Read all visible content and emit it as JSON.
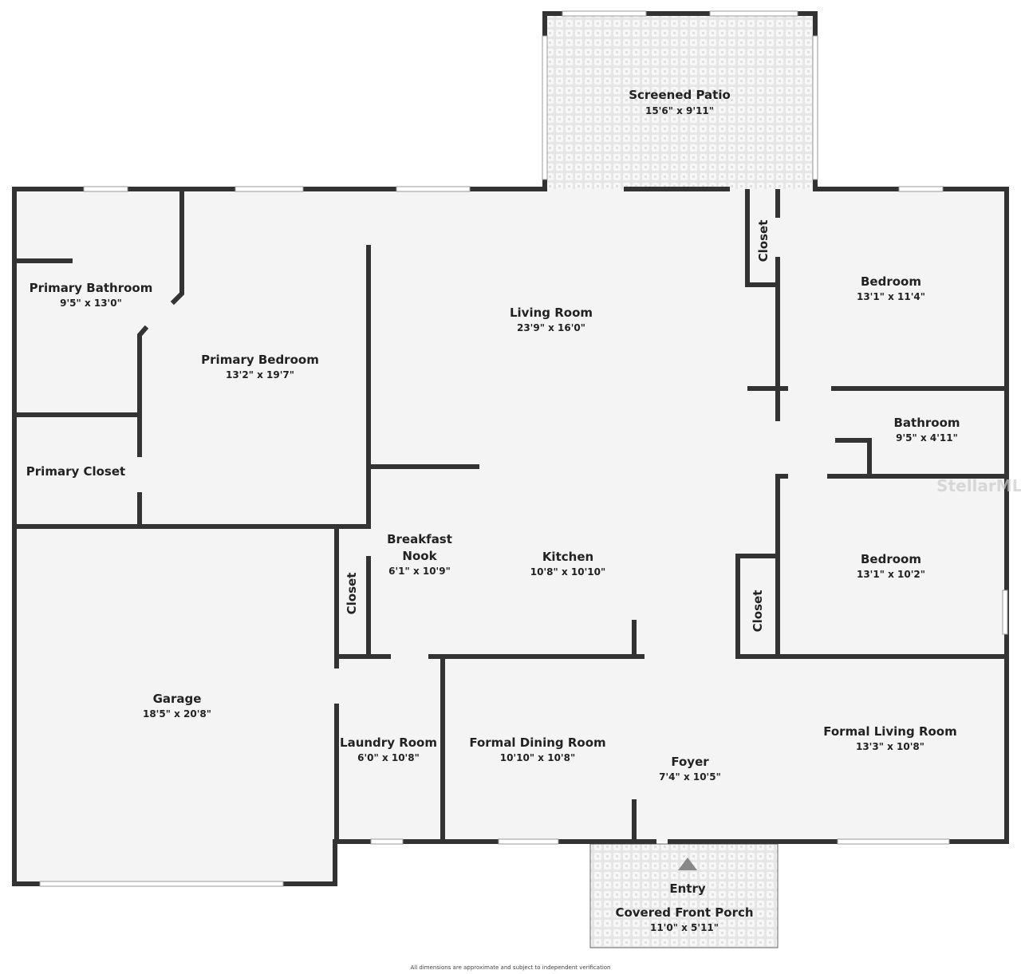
{
  "rooms": {
    "screened_patio": {
      "name": "Screened Patio",
      "dim": "15'6\" x 9'11\""
    },
    "primary_bathroom": {
      "name": "Primary Bathroom",
      "dim": "9'5\" x 13'0\""
    },
    "primary_bedroom": {
      "name": "Primary Bedroom",
      "dim": "13'2\" x 19'7\""
    },
    "primary_closet": {
      "name": "Primary Closet"
    },
    "living_room": {
      "name": "Living Room",
      "dim": "23'9\" x 16'0\""
    },
    "closet_top": {
      "name": "Closet"
    },
    "bedroom_1": {
      "name": "Bedroom",
      "dim": "13'1\" x 11'4\""
    },
    "bathroom": {
      "name": "Bathroom",
      "dim": "9'5\" x 4'11\""
    },
    "bedroom_2": {
      "name": "Bedroom",
      "dim": "13'1\" x 10'2\""
    },
    "closet_right": {
      "name": "Closet"
    },
    "breakfast_nook": {
      "name_line1": "Breakfast",
      "name_line2": "Nook",
      "dim": "6'1\" x 10'9\""
    },
    "kitchen": {
      "name": "Kitchen",
      "dim": "10'8\" x 10'10\""
    },
    "closet_left": {
      "name": "Closet"
    },
    "garage": {
      "name": "Garage",
      "dim": "18'5\" x 20'8\""
    },
    "laundry_room": {
      "name": "Laundry Room",
      "dim": "6'0\" x 10'8\""
    },
    "formal_dining_room": {
      "name": "Formal Dining Room",
      "dim": "10'10\" x 10'8\""
    },
    "foyer": {
      "name": "Foyer",
      "dim": "7'4\" x 10'5\""
    },
    "formal_living_room": {
      "name": "Formal Living Room",
      "dim": "13'3\" x 10'8\""
    },
    "entry": {
      "name": "Entry"
    },
    "covered_front_porch": {
      "name": "Covered Front Porch",
      "dim": "11'0\" x 5'11\""
    }
  },
  "disclaimer": "All dimensions are approximate and subject to independent verification",
  "watermark": "StellarMLS",
  "colors": {
    "wall": "#333333",
    "floor": "#f4f4f4",
    "background": "#ffffff"
  }
}
